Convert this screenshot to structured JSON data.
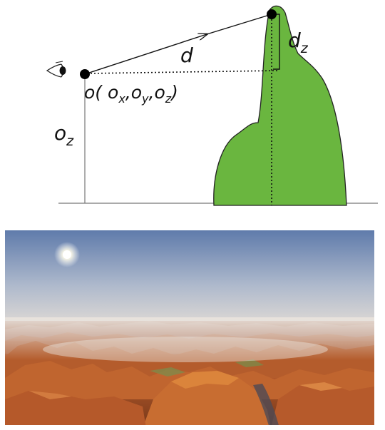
{
  "diagram": {
    "origin_label": {
      "prefix": "o(",
      "ox": "x",
      "oy": "y",
      "oz": "z",
      "close": ")"
    },
    "distance_label": "d",
    "height_label": {
      "base": "o",
      "sub": "z"
    },
    "dz_label": {
      "base": "d",
      "sub": "z"
    },
    "terrain_color": "#6ab63f",
    "eye_icon": "eye-icon"
  },
  "render": {
    "sky_top": "#6c86b3",
    "sky_horizon": "#d9d4cf",
    "ground_color": "#b85a2a"
  }
}
